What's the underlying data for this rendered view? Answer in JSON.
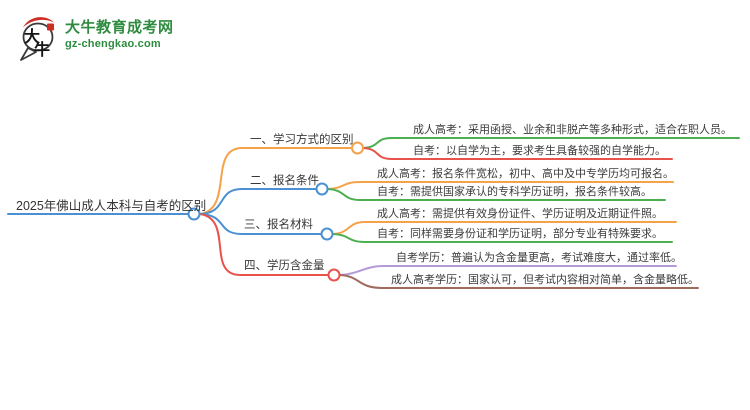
{
  "logo": {
    "icon": "dainiu-speech-bubble-logo",
    "mark_chars": [
      "大",
      "牛"
    ],
    "title": "大牛教育成考网",
    "url": "gz-chengkao.com",
    "brand_green": "#2E8B3F",
    "seal_red": "#CF2E26"
  },
  "mindmap": {
    "root": {
      "label": "2025年佛山成人本科与自考的区别",
      "color": "#4A90D2"
    },
    "branches": [
      {
        "label": "一、学习方式的区别",
        "color": "#F5A24B",
        "children": [
          {
            "label": "成人高考：采用函授、业余和非脱产等多种形式，适合在职人员。",
            "color": "#4CAF50"
          },
          {
            "label": "自考：以自学为主，要求考生具备较强的自学能力。",
            "color": "#E8524A"
          }
        ]
      },
      {
        "label": "二、报名条件",
        "color": "#4A90D2",
        "children": [
          {
            "label": "成人高考：报名条件宽松，初中、高中及中专学历均可报名。",
            "color": "#F5A24B"
          },
          {
            "label": "自考：需提供国家承认的专科学历证明，报名条件较高。",
            "color": "#4CAF50"
          }
        ]
      },
      {
        "label": "三、报名材料",
        "color": "#4A90D2",
        "children": [
          {
            "label": "成人高考：需提供有效身份证件、学历证明及近期证件照。",
            "color": "#F5A24B"
          },
          {
            "label": "自考：同样需要身份证和学历证明，部分专业有特殊要求。",
            "color": "#4CAF50"
          }
        ]
      },
      {
        "label": "四、学历含金量",
        "color": "#E8524A",
        "children": [
          {
            "label": "自考学历：普遍认为含金量更高，考试难度大，通过率低。",
            "color": "#B49BD8"
          },
          {
            "label": "成人高考学历：国家认可，但考试内容相对简单，含金量略低。",
            "color": "#9F6B5E"
          }
        ]
      }
    ]
  }
}
